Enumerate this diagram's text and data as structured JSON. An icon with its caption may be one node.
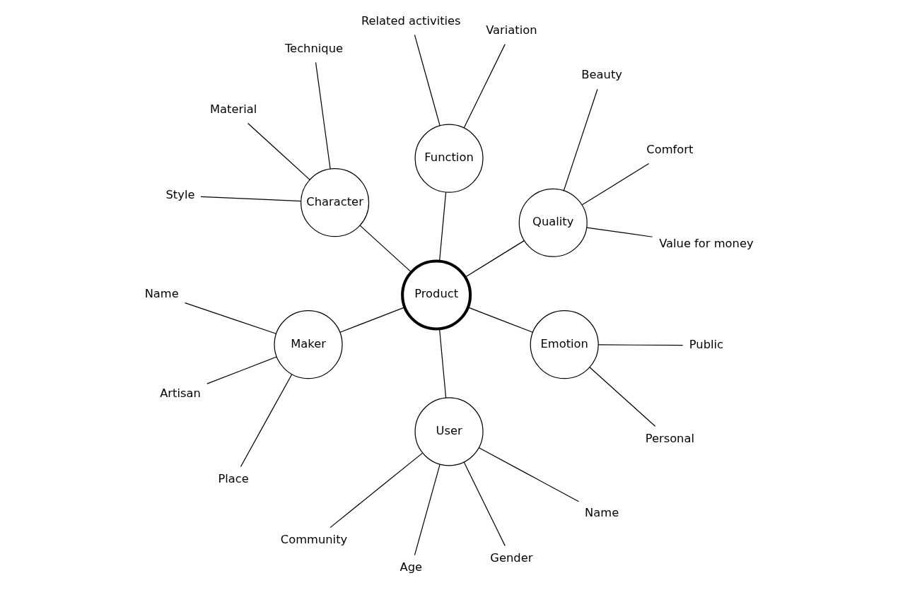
{
  "diagram": {
    "nodes": [
      {
        "text": [
          "Product"
        ]
      },
      {
        "text": [
          "Quality"
        ]
      },
      {
        "text": [
          "Value for money"
        ]
      },
      {
        "text": [
          "Comfort"
        ]
      },
      {
        "text": [
          "Beauty"
        ]
      },
      {
        "text": [
          "Function"
        ]
      },
      {
        "text": [
          "Variation"
        ]
      },
      {
        "text": [
          "Related activities"
        ]
      },
      {
        "text": [
          "Character"
        ]
      },
      {
        "text": [
          "Technique"
        ]
      },
      {
        "text": [
          "Material"
        ]
      },
      {
        "text": [
          "Style"
        ]
      },
      {
        "text": [
          "Maker"
        ]
      },
      {
        "text": [
          "Name"
        ]
      },
      {
        "text": [
          "Artisan"
        ]
      },
      {
        "text": [
          "Place"
        ]
      },
      {
        "text": [
          "User"
        ]
      },
      {
        "text": [
          "Community"
        ]
      },
      {
        "text": [
          "Age"
        ]
      },
      {
        "text": [
          "Gender"
        ]
      },
      {
        "text": [
          "Name"
        ]
      },
      {
        "text": [
          "Emotion"
        ]
      },
      {
        "text": [
          "Personal"
        ]
      },
      {
        "text": [
          "Public"
        ]
      }
    ],
    "edges": [
      {
        "from": 0,
        "to": 1,
        "arrow": "none"
      },
      {
        "from": 1,
        "to": 2,
        "arrow": "none"
      },
      {
        "from": 1,
        "to": 3,
        "arrow": "none"
      },
      {
        "from": 1,
        "to": 4,
        "arrow": "none"
      },
      {
        "from": 0,
        "to": 5,
        "arrow": "none"
      },
      {
        "from": 5,
        "to": 6,
        "arrow": "none"
      },
      {
        "from": 5,
        "to": 7,
        "arrow": "none"
      },
      {
        "from": 0,
        "to": 8,
        "arrow": "none"
      },
      {
        "from": 8,
        "to": 9,
        "arrow": "none"
      },
      {
        "from": 8,
        "to": 10,
        "arrow": "none"
      },
      {
        "from": 8,
        "to": 11,
        "arrow": "none"
      },
      {
        "from": 0,
        "to": 12,
        "arrow": "none"
      },
      {
        "from": 12,
        "to": 13,
        "arrow": "none"
      },
      {
        "from": 12,
        "to": 14,
        "arrow": "none"
      },
      {
        "from": 12,
        "to": 15,
        "arrow": "none"
      },
      {
        "from": 0,
        "to": 16,
        "arrow": "none"
      },
      {
        "from": 16,
        "to": 17,
        "arrow": "none"
      },
      {
        "from": 16,
        "to": 18,
        "arrow": "none"
      },
      {
        "from": 16,
        "to": 19,
        "arrow": "none"
      },
      {
        "from": 16,
        "to": 20,
        "arrow": "none"
      },
      {
        "from": 0,
        "to": 21,
        "arrow": "none"
      },
      {
        "from": 21,
        "to": 22,
        "arrow": "none"
      },
      {
        "from": 21,
        "to": 23,
        "arrow": "none"
      }
    ]
  }
}
